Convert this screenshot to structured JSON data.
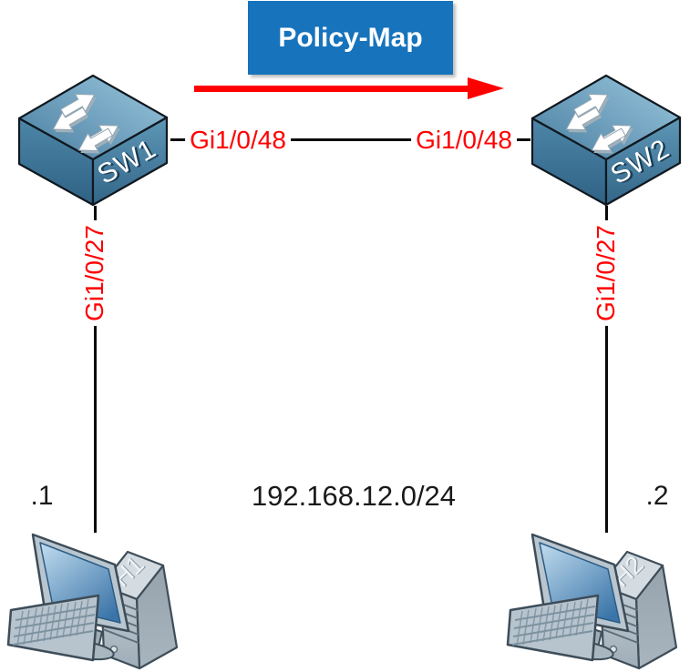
{
  "policy": {
    "label": "Policy-Map"
  },
  "network": {
    "subnet": "192.168.12.0/24"
  },
  "devices": {
    "sw1": {
      "name": "SW1",
      "type": "switch-icon"
    },
    "sw2": {
      "name": "SW2",
      "type": "switch-icon"
    },
    "h1": {
      "name": "H1",
      "type": "host-pc-icon",
      "address": ".1"
    },
    "h2": {
      "name": "H2",
      "type": "host-pc-icon",
      "address": ".2"
    }
  },
  "links": {
    "trunk": {
      "a_interface": "Gi1/0/48",
      "b_interface": "Gi1/0/48"
    },
    "access1": {
      "interface": "Gi1/0/27"
    },
    "access2": {
      "interface": "Gi1/0/27"
    }
  },
  "colors": {
    "policy_box": "#1673BC",
    "arrow": "#FF0000",
    "interface_label": "#FF0000",
    "link_line": "#0A0A0A",
    "background": "#FFFFFF"
  }
}
